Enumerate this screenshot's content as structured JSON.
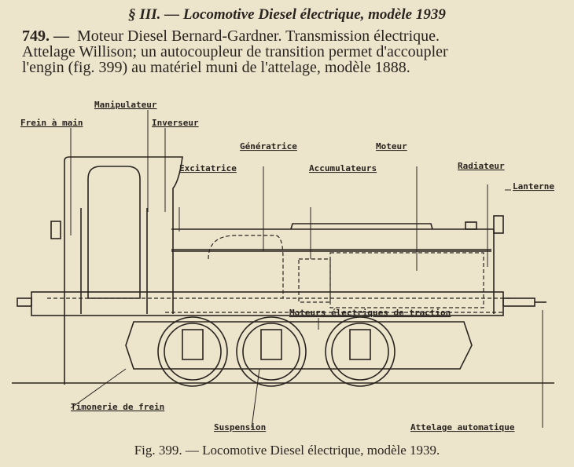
{
  "heading": "§ III. — Locomotive Diesel électrique, modèle 1939",
  "paragraph": {
    "number": "749. —",
    "lines": [
      "Moteur Diesel Bernard-Gardner. Transmission électrique.",
      "Attelage Willison; un autocoupleur de transition permet d'accoupler",
      "l'engin (fig. 399) au matériel muni de l'attelage, modèle 1888."
    ]
  },
  "figure": {
    "labels": {
      "manipulateur": "Manipulateur",
      "frein_a_main": "Frein à main",
      "inverseur": "Inverseur",
      "generatrice": "Génératrice",
      "moteur": "Moteur",
      "excitatrice": "Excitatrice",
      "accumulateurs": "Accumulateurs",
      "radiateur": "Radiateur",
      "lanterne": "Lanterne",
      "moteurs_traction": "Moteurs électriques de traction",
      "timonerie": "Timonerie de frein",
      "suspension": "Suspension",
      "attelage": "Attelage automatique"
    },
    "caption": "Fig. 399. — Locomotive Diesel électrique, modèle 1939."
  }
}
